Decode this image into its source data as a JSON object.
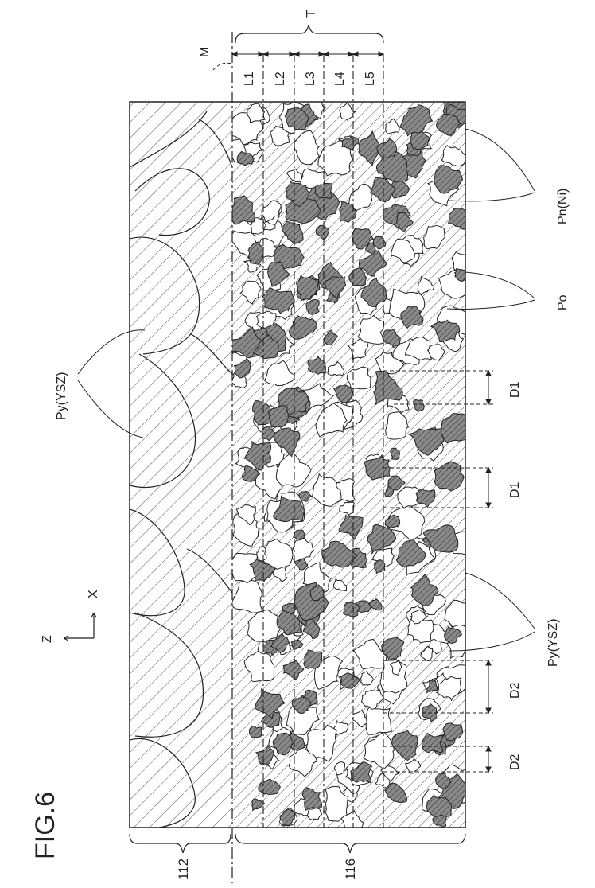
{
  "figure": {
    "title": "FIG.6",
    "colors": {
      "ink": "#222222",
      "particle_fill": "#8a8a8a",
      "paper": "#ffffff"
    }
  },
  "regions": {
    "upper": "112",
    "lower": "116"
  },
  "layers": {
    "thickness_label": "T",
    "boundary_label": "M",
    "sublayers": [
      "L1",
      "L2",
      "L3",
      "L4",
      "L5"
    ]
  },
  "phases": {
    "nickel": "Pn(Ni)",
    "pore": "Po",
    "zirconia_left": "Py(YSZ)",
    "zirconia_right": "Py(YSZ)"
  },
  "dimensions": [
    "D1",
    "D1",
    "D2",
    "D2"
  ],
  "axes": {
    "z": "Z",
    "x": "X"
  }
}
